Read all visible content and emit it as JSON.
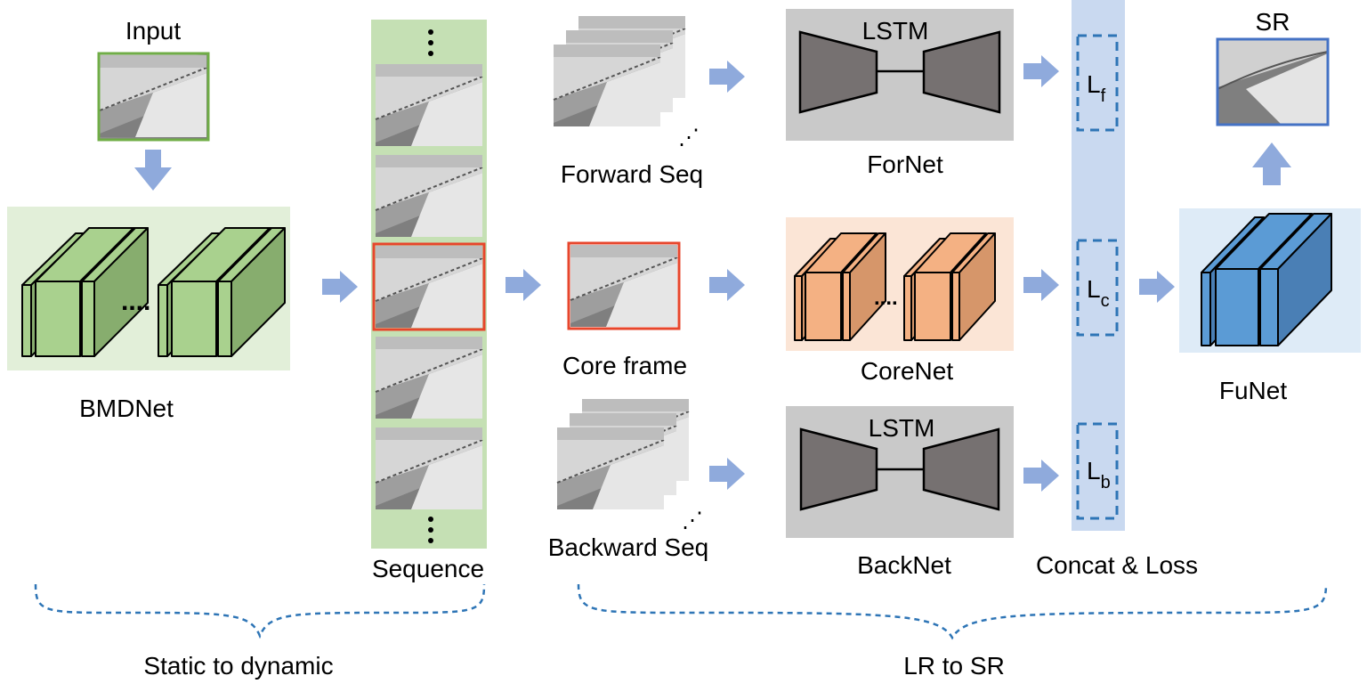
{
  "labels": {
    "input": "Input",
    "bmdnet": "BMDNet",
    "sequence": "Sequence",
    "forward_seq": "Forward Seq",
    "core_frame": "Core frame",
    "backward_seq": "Backward Seq",
    "lstm_top": "LSTM",
    "fornet": "ForNet",
    "corenet": "CoreNet",
    "lstm_bottom": "LSTM",
    "backnet": "BackNet",
    "concat_loss": "Concat & Loss",
    "sr": "SR",
    "funet": "FuNet",
    "static_to_dynamic": "Static to dynamic",
    "lr_to_sr": "LR to SR"
  },
  "loss_terms": {
    "f": {
      "base": "L",
      "sub": "f"
    },
    "c": {
      "base": "L",
      "sub": "c"
    },
    "b": {
      "base": "L",
      "sub": "b"
    }
  },
  "ellipsis": {
    "bmd_dots": "....",
    "core_dots": "....",
    "diag": "⋰"
  },
  "colors": {
    "green_panel": "#e2efd9",
    "green_block": "#a9d18e",
    "green_border": "#70ad47",
    "peach_panel": "#fbe5d6",
    "peach_block": "#f4b183",
    "gray_panel": "#c9c9c9",
    "lstm_dark": "#767171",
    "blue_panel": "#deebf7",
    "blue_block": "#5b9bd5",
    "blue_border": "#4472c4",
    "arrow": "#8faadc",
    "concat_bar": "#c9d9f0",
    "red_border": "#e7462c",
    "dash": "#2e75b6"
  }
}
